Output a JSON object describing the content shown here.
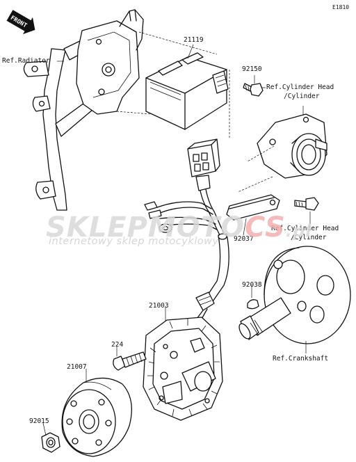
{
  "diagram_code": "E1810",
  "front_label": "FRONT",
  "watermark": {
    "brand_a": "SKLEPMOTO",
    "brand_b": "CS",
    "brand_c": ".pl",
    "tagline": "internetowy sklep motocyklowy"
  },
  "labels": {
    "ref_radiator": "Ref.Radiator",
    "p21119": "21119",
    "p92150": "92150",
    "ref_cyl_head_1a": "Ref.Cylinder Head",
    "ref_cyl_head_1b": "/Cylinder",
    "ref_cyl_head_2a": "Ref.Cylinder Head",
    "ref_cyl_head_2b": "/Cylinder",
    "p92037": "92037",
    "p92038": "92038",
    "p21003": "21003",
    "p224": "224",
    "p21007": "21007",
    "p92015": "92015",
    "ref_crankshaft": "Ref.Crankshaft"
  }
}
